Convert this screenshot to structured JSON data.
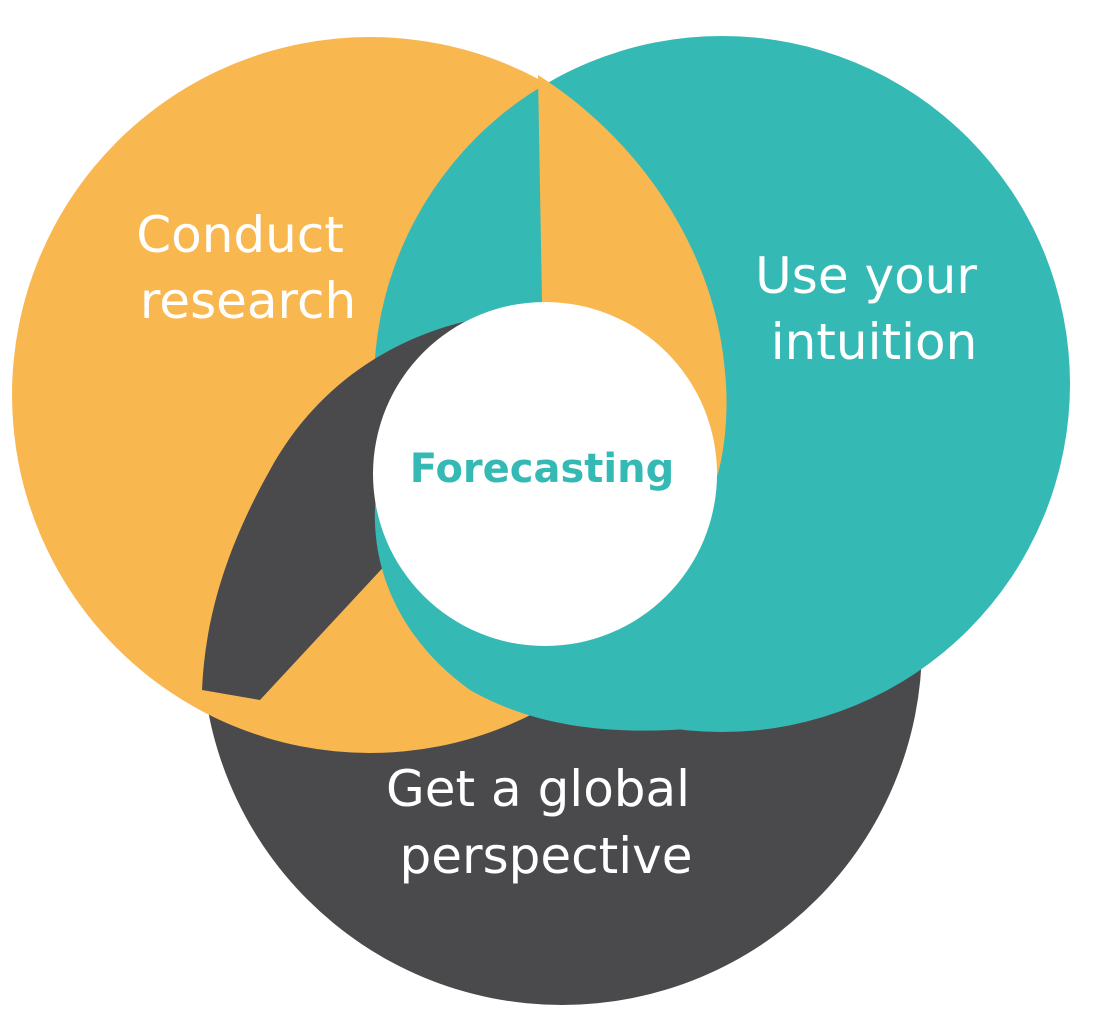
{
  "diagram": {
    "center": {
      "label": "Forecasting"
    },
    "research": {
      "line1": "Conduct",
      "line2": "research"
    },
    "intuition": {
      "line1": "Use your",
      "line2": "intuition"
    },
    "global": {
      "line1": "Get a global",
      "line2": "perspective"
    }
  },
  "colors": {
    "research": "#F9B750",
    "intuition": "#35B9B5",
    "global": "#4A4A4C",
    "center_fill": "#FFFFFF",
    "center_text": "#35B9B5",
    "label_text": "#FFFFFF"
  }
}
